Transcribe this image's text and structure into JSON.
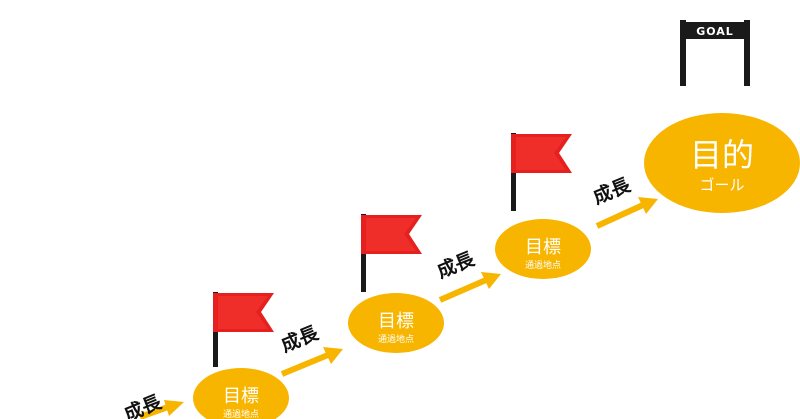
{
  "goal_banner": "GOAL",
  "growth_label": "成長",
  "waypoint": {
    "title": "目標",
    "subtitle": "通過地点"
  },
  "final": {
    "title": "目的",
    "subtitle": "ゴール"
  },
  "colors": {
    "node": "#f7b500",
    "arrow": "#f7b500",
    "flag": "#e5201f",
    "pole": "#1a1a1a"
  }
}
